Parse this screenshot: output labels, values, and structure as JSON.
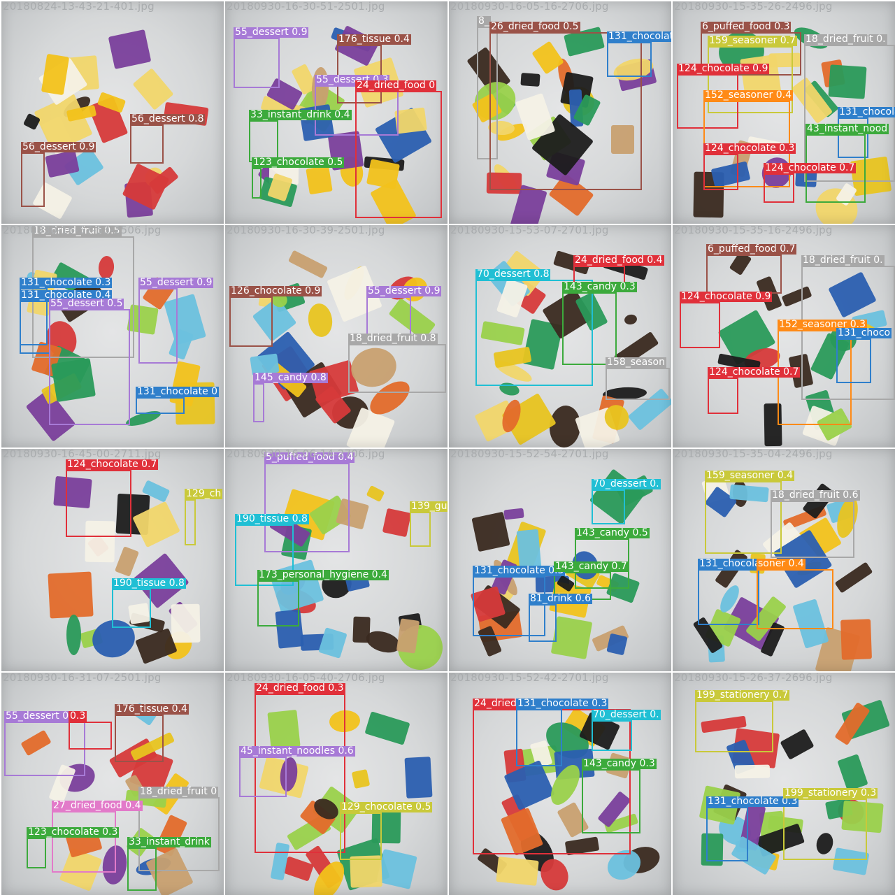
{
  "colors": {
    "red": "#e0303a",
    "brown": "#9a5248",
    "purple": "#a77ad6",
    "green": "#3caa3c",
    "gray": "#a8a8a8",
    "blue": "#2f7fcb",
    "cyan": "#20bfd4",
    "orange": "#ff8a16",
    "yellow": "#c9c93a",
    "pink": "#e27ac9",
    "darkred": "#b03a30"
  },
  "tiles": [
    {
      "filename": "20180824-13-43-21-401.jpg",
      "detections": [
        {
          "label": "56_dessert 0.8",
          "color": "brown"
        },
        {
          "label": "56_dessert 0.9",
          "color": "brown"
        }
      ]
    },
    {
      "filename": "20180930-16-30-51-2501.jpg",
      "detections": [
        {
          "label": "55_dessert 0.9",
          "color": "purple"
        },
        {
          "label": "176_tissue 0.4",
          "color": "brown"
        },
        {
          "label": "55_dessert 0.3",
          "color": "purple"
        },
        {
          "label": "24_dried_food 0",
          "color": "red"
        },
        {
          "label": "33_instant_drink 0.4",
          "color": "green"
        },
        {
          "label": "123_chocolate 0.5",
          "color": "green"
        }
      ]
    },
    {
      "filename": "20180930-16-05-16-2706.jpg",
      "detections": [
        {
          "label": "8_",
          "color": "gray"
        },
        {
          "label": "26_dried_food 0.5",
          "color": "brown"
        },
        {
          "label": "131_chocolat",
          "color": "blue"
        }
      ]
    },
    {
      "filename": "20180930-15-35-26-2496.jpg",
      "detections": [
        {
          "label": "6_puffed_food 0.3",
          "color": "brown"
        },
        {
          "label": "159_seasoner 0.7",
          "color": "yellow"
        },
        {
          "label": "18_dried_fruit 0.",
          "color": "gray"
        },
        {
          "label": "124_chocolate 0.9",
          "color": "red"
        },
        {
          "label": "152_seasoner 0.4",
          "color": "orange"
        },
        {
          "label": "131_chocolat",
          "color": "blue"
        },
        {
          "label": "43_instant_nood",
          "color": "green"
        },
        {
          "label": "124_chocolate 0.3",
          "color": "red"
        },
        {
          "label": "124_chocolate 0.7",
          "color": "red"
        }
      ]
    },
    {
      "filename": "20180930-16-57-53-2506.jpg",
      "detections": [
        {
          "label": "18_dried_fruit 0.5",
          "color": "gray"
        },
        {
          "label": "131_chocolate 0.3",
          "color": "blue"
        },
        {
          "label": "131_chocolate 0.4",
          "color": "blue"
        },
        {
          "label": "55_dessert 0.9",
          "color": "purple"
        },
        {
          "label": "55_dessert 0.5",
          "color": "purple"
        },
        {
          "label": "131_chocolate 0",
          "color": "blue"
        }
      ]
    },
    {
      "filename": "20180930-16-30-39-2501.jpg",
      "detections": [
        {
          "label": "126_chocolate 0.9",
          "color": "brown"
        },
        {
          "label": "55_dessert 0.9",
          "color": "purple"
        },
        {
          "label": "18_dried_fruit 0.8",
          "color": "gray"
        },
        {
          "label": "145_candy 0.8",
          "color": "purple"
        }
      ]
    },
    {
      "filename": "20180930-15-53-07-2701.jpg",
      "detections": [
        {
          "label": "70_dessert 0.8",
          "color": "cyan"
        },
        {
          "label": "24_dried_food 0.4",
          "color": "red"
        },
        {
          "label": "143_candy 0.3",
          "color": "green"
        },
        {
          "label": "158_season",
          "color": "gray"
        }
      ]
    },
    {
      "filename": "20180930-15-35-16-2496.jpg",
      "detections": [
        {
          "label": "6_puffed_food 0.7",
          "color": "brown"
        },
        {
          "label": "18_dried_fruit 0.",
          "color": "gray"
        },
        {
          "label": "124_chocolate 0.9",
          "color": "red"
        },
        {
          "label": "152_seasoner 0.3",
          "color": "orange"
        },
        {
          "label": "131_choco",
          "color": "blue"
        },
        {
          "label": "124_chocolate 0.7",
          "color": "red"
        }
      ]
    },
    {
      "filename": "20180930-16-45-00-2711.jpg",
      "detections": [
        {
          "label": "124_chocolate 0.7",
          "color": "red"
        },
        {
          "label": "129_ch",
          "color": "yellow"
        },
        {
          "label": "190_tissue 0.8",
          "color": "cyan"
        }
      ]
    },
    {
      "filename": "20180930-16-06-14-2706.jpg",
      "detections": [
        {
          "label": "5_puffed_food 0.4",
          "color": "purple"
        },
        {
          "label": "190_tissue 0.8",
          "color": "cyan"
        },
        {
          "label": "139_gu",
          "color": "yellow"
        },
        {
          "label": "173_personal_hygiene 0.4",
          "color": "green"
        }
      ]
    },
    {
      "filename": "20180930-15-52-54-2701.jpg",
      "detections": [
        {
          "label": "70_dessert 0.",
          "color": "cyan"
        },
        {
          "label": "143_candy 0.5",
          "color": "green"
        },
        {
          "label": "131_chocolate 0.3",
          "color": "blue"
        },
        {
          "label": "143_candy 0.7",
          "color": "green"
        },
        {
          "label": "81_drink 0.6",
          "color": "blue"
        }
      ]
    },
    {
      "filename": "20180930-15-35-04-2496.jpg",
      "detections": [
        {
          "label": "159_seasoner 0.4",
          "color": "yellow"
        },
        {
          "label": "18_dried_fruit 0.6",
          "color": "gray"
        },
        {
          "label": "131_chocolate 0.4",
          "color": "blue"
        },
        {
          "label": "soner 0.4",
          "color": "orange"
        }
      ]
    },
    {
      "filename": "20180930-16-31-07-2501.jpg",
      "detections": [
        {
          "label": "55_dessert 0.3",
          "color": "purple"
        },
        {
          "label": "0.3",
          "color": "red"
        },
        {
          "label": "176_tissue 0.4",
          "color": "brown"
        },
        {
          "label": "18_dried_fruit 0",
          "color": "gray"
        },
        {
          "label": "27_dried_food 0.4",
          "color": "pink"
        },
        {
          "label": "123_chocolate 0.3",
          "color": "green"
        },
        {
          "label": "33_instant_drink",
          "color": "green"
        }
      ]
    },
    {
      "filename": "20180930-16-05-40-2706.jpg",
      "detections": [
        {
          "label": "24_dried_food 0.3",
          "color": "red"
        },
        {
          "label": "45_instant_noodles 0.6",
          "color": "purple"
        },
        {
          "label": "129_chocolate 0.5",
          "color": "yellow"
        }
      ]
    },
    {
      "filename": "20180930-15-52-42-2701.jpg",
      "detections": [
        {
          "label": "24_dried",
          "color": "red"
        },
        {
          "label": "131_chocolate 0.3",
          "color": "blue"
        },
        {
          "label": "70_dessert 0.",
          "color": "cyan"
        },
        {
          "label": "143_candy 0.3",
          "color": "green"
        }
      ]
    },
    {
      "filename": "20180930-15-26-37-2696.jpg",
      "detections": [
        {
          "label": "199_stationery 0.7",
          "color": "yellow"
        },
        {
          "label": "131_chocolate 0.3",
          "color": "blue"
        },
        {
          "label": "199_stationery 0.3",
          "color": "yellow"
        }
      ]
    }
  ]
}
